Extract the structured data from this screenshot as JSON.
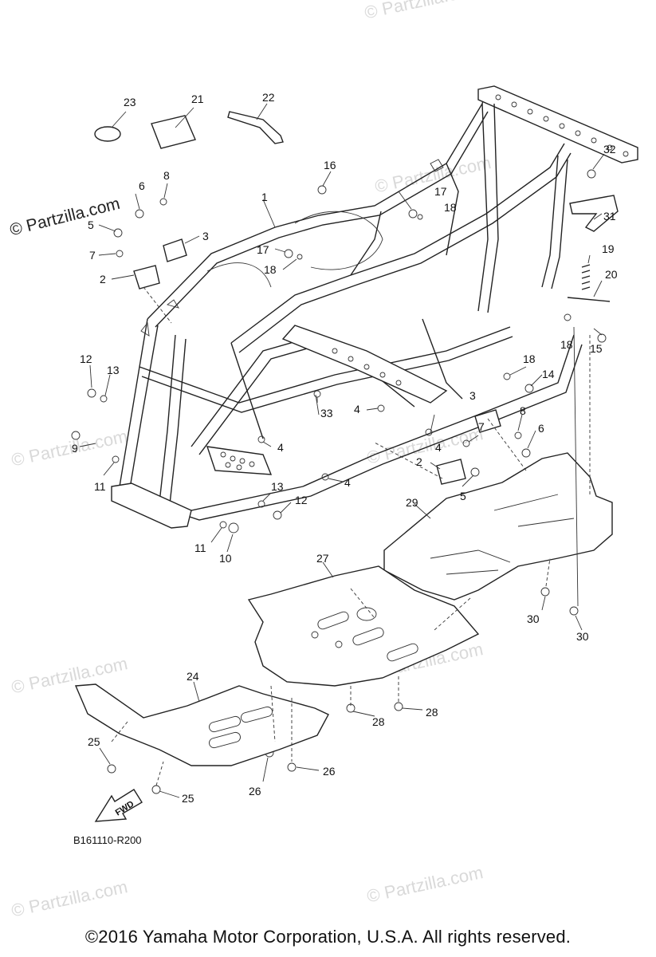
{
  "watermarks": {
    "main": "© Partzilla.com",
    "faint": "© Partzilla.com"
  },
  "callouts": [
    "1",
    "2",
    "2",
    "3",
    "3",
    "4",
    "4",
    "4",
    "4",
    "5",
    "5",
    "6",
    "6",
    "7",
    "7",
    "8",
    "8",
    "9",
    "10",
    "11",
    "11",
    "12",
    "12",
    "13",
    "13",
    "14",
    "15",
    "16",
    "17",
    "17",
    "18",
    "18",
    "18",
    "18",
    "19",
    "20",
    "21",
    "22",
    "23",
    "24",
    "25",
    "25",
    "26",
    "26",
    "27",
    "28",
    "28",
    "29",
    "30",
    "30",
    "31",
    "32",
    "33"
  ],
  "fwd_label": "FWD",
  "reference_code": "B161110-R200",
  "copyright": "©2016 Yamaha Motor Corporation, U.S.A. All rights reserved."
}
